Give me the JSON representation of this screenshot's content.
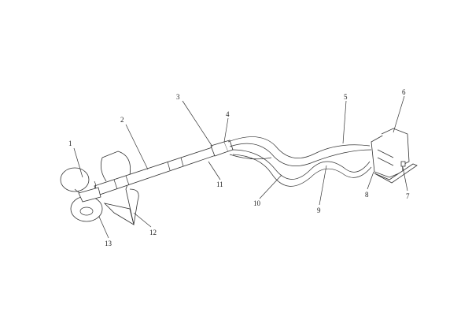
{
  "figure": {
    "type": "patent line drawing",
    "reference_numerals": [
      "1",
      "2",
      "3",
      "4",
      "5",
      "6",
      "7",
      "8",
      "9",
      "10",
      "11",
      "12",
      "13"
    ]
  }
}
